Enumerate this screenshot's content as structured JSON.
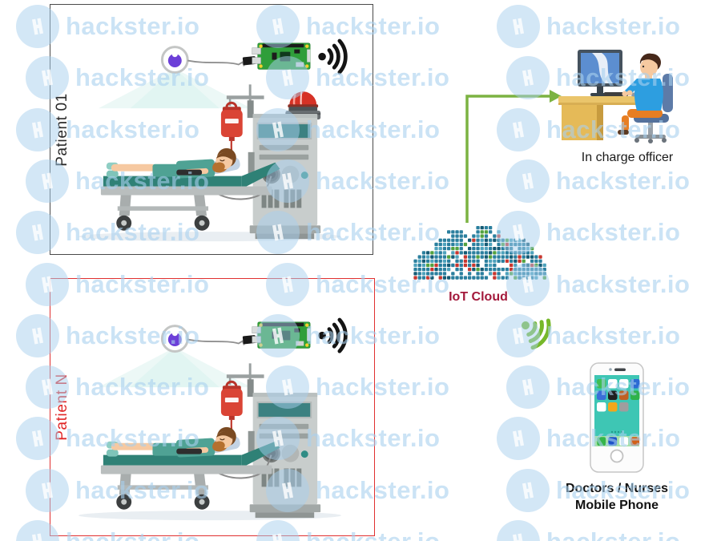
{
  "watermark": {
    "text": "hackster.io"
  },
  "patients": [
    {
      "label": "Patient 01",
      "label_color": "#2b2b2b",
      "border_color": "#4a4a4a",
      "has_alarm": true
    },
    {
      "label": "Patient N",
      "label_color": "#e02626",
      "border_color": "#e03030",
      "has_alarm": false
    }
  ],
  "cloud": {
    "label": "IoT Cloud",
    "label_color": "#a3193b"
  },
  "officer": {
    "label": "In charge officer",
    "label_color": "#1a1a1a"
  },
  "phone": {
    "label_line1": "Doctors / Nurses",
    "label_line2": "Mobile Phone",
    "label_color": "#111111"
  },
  "icons": {
    "sensor": "camera-sensor-icon",
    "sbc": "raspberry-pi-board-icon",
    "wifi": "wifi-signal-icon",
    "alarm": "alarm-beacon-icon",
    "iv": "iv-drip-bag-icon",
    "bed": "patient-bed-icon",
    "machine": "vitals-machine-icon",
    "cloud": "iot-cloud-icon",
    "officer_pc": "officer-at-computer-icon",
    "smartphone": "smartphone-icon",
    "watermark_logo": "hackster-logo-icon",
    "arrow": "cloud-to-officer-arrow"
  },
  "colors": {
    "arrow_green": "#7cb342",
    "wifi_black": "#141414",
    "wifi_green": "#76b82a",
    "sensor_purple": "#6c3fd8",
    "alarm_red": "#d63226",
    "iv_red": "#da4435",
    "machine_screen_teal": "#3c8181",
    "mattress_teal": "#2f8176",
    "scrubs_teal": "#4fa294",
    "skin_tan": "#f6c9a1",
    "hair_brown": "#7a4a22",
    "beard_brown": "#b5702f",
    "phone_screen_teal": "#3ec6b4",
    "cloud_teal": "#2a7f9e",
    "cloud_teal_dark": "#145a74",
    "cloud_teal_light": "#4ea2bc",
    "cloud_red": "#c8372f",
    "cloud_green": "#53a23f",
    "desk_tan": "#eac56b",
    "shirt_blue": "#2d9ee0",
    "pants_orange": "#e77e23",
    "chair_blue": "#5d7ba8",
    "watermark_circle": "rgba(168,208,238,0.5)",
    "watermark_text": "rgba(168,208,238,0.6)"
  }
}
